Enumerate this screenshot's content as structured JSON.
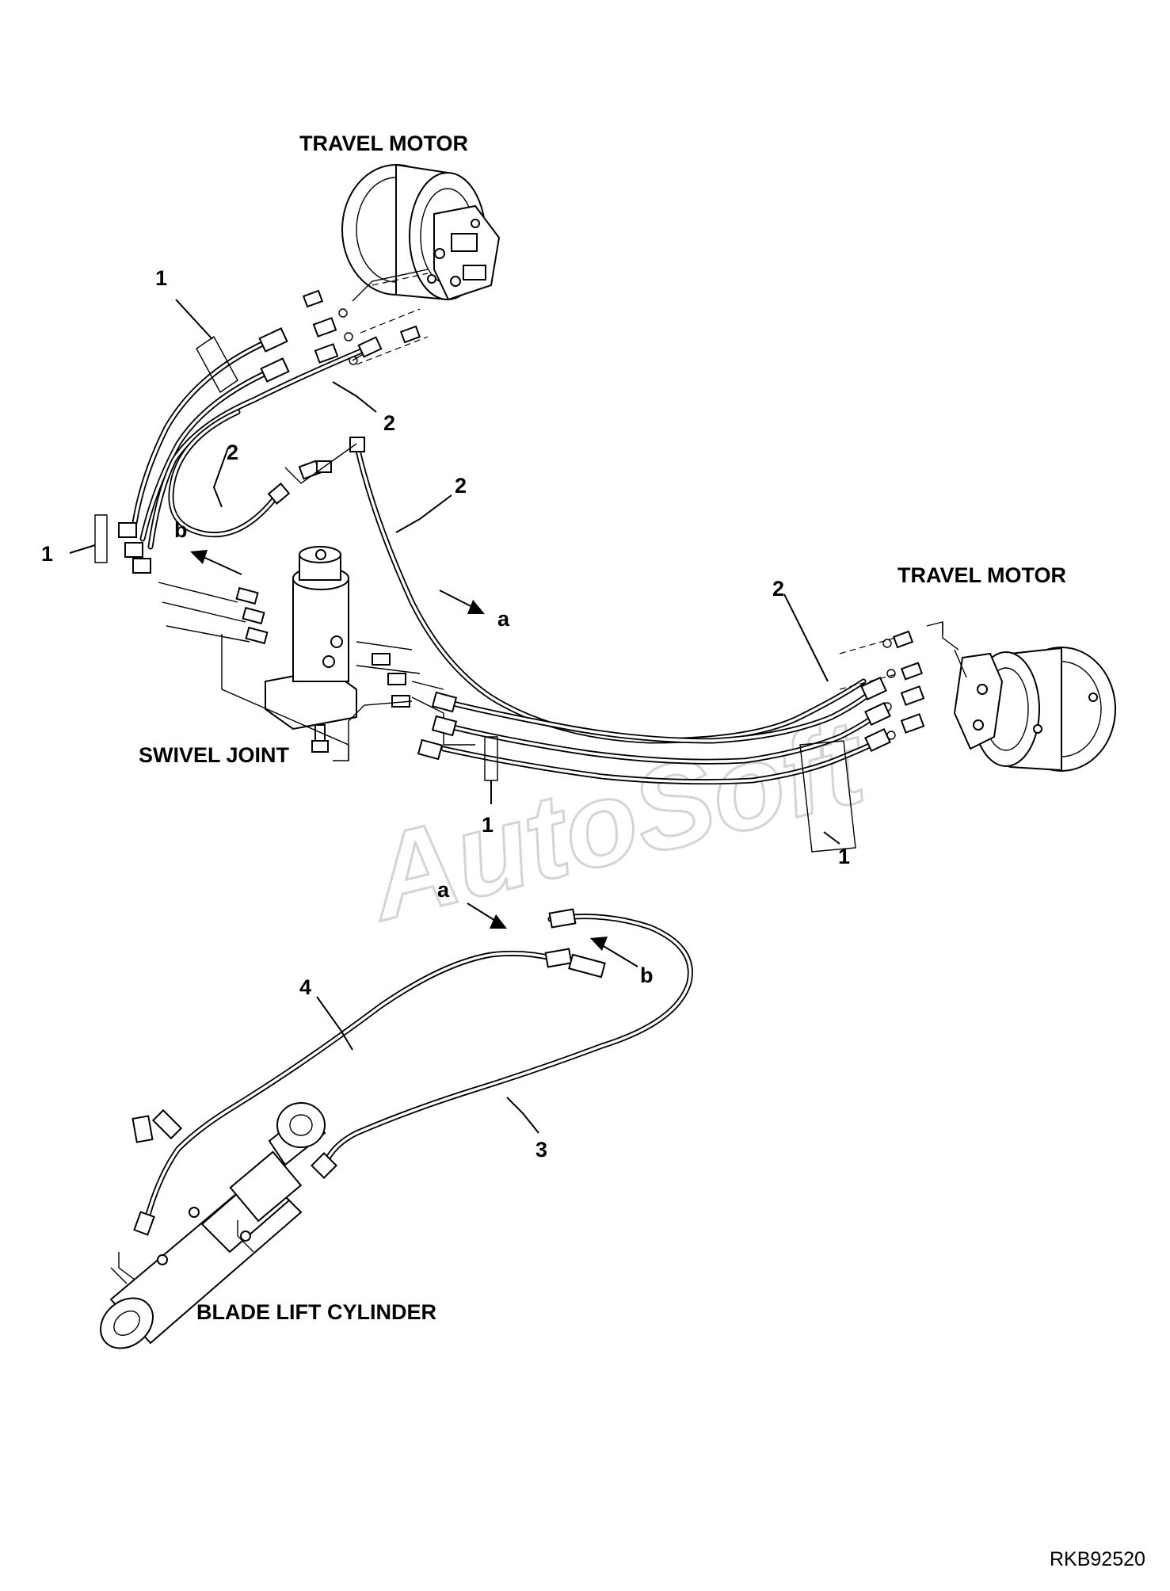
{
  "labels": {
    "travel_motor_top": "TRAVEL MOTOR",
    "travel_motor_right": "TRAVEL MOTOR",
    "swivel_joint": "SWIVEL JOINT",
    "blade_lift_cylinder": "BLADE LIFT CYLINDER"
  },
  "callouts": {
    "c1_top": "1",
    "c1_left": "1",
    "c1_mid": "1",
    "c1_right": "1",
    "c2_a": "2",
    "c2_b": "2",
    "c2_c": "2",
    "c2_d": "2",
    "c3": "3",
    "c4": "4"
  },
  "arrows": {
    "a_top": "a",
    "a_bottom": "a",
    "b_top": "b",
    "b_bottom": "b"
  },
  "watermark": "AutoSoft",
  "figure_code": "RKB92520"
}
